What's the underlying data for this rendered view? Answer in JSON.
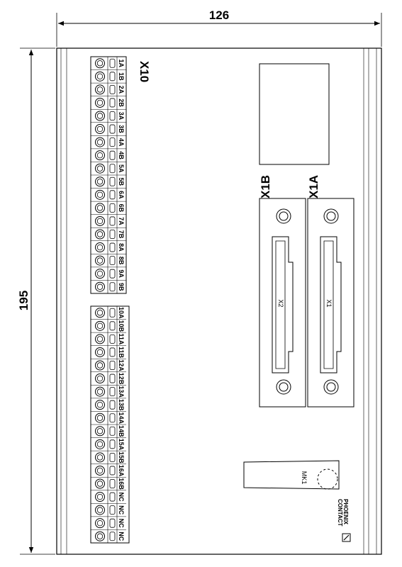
{
  "dimensions": {
    "width": "126",
    "height": "195"
  },
  "connectors": {
    "terminal_block": "X10",
    "left_header": "X1B",
    "right_header": "X1A",
    "left_inner": "X2",
    "right_inner": "X1",
    "marker": "MK1"
  },
  "terminal_labels_upper": [
    "1A",
    "1B",
    "2A",
    "2B",
    "3A",
    "3B",
    "4A",
    "4B",
    "5A",
    "5B",
    "6A",
    "6B",
    "7A",
    "7B",
    "8A",
    "8B",
    "9A",
    "9B"
  ],
  "terminal_labels_lower": [
    "10A",
    "10B",
    "11A",
    "11B",
    "12A",
    "12B",
    "13A",
    "13B",
    "14A",
    "14B",
    "15A",
    "15B",
    "16A",
    "16B",
    "NC",
    "NC",
    "NC",
    "NC"
  ],
  "logo": {
    "line1": "PHOENIX",
    "line2": "CONTACT"
  }
}
